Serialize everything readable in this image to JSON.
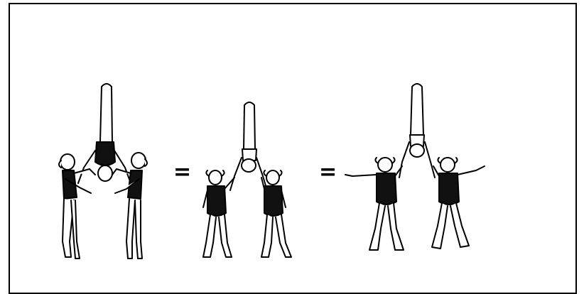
{
  "figure": {
    "stroke_color": "#000000",
    "fill_color": "#ffffff",
    "dark_fill_color": "#111111",
    "symbols": [
      "=",
      "="
    ],
    "panels": [
      {
        "name": "two-spotters-supporting-handstand"
      },
      {
        "name": "two-bases-holding-handstand"
      },
      {
        "name": "two-bases-arms-extended-handstand"
      }
    ]
  }
}
